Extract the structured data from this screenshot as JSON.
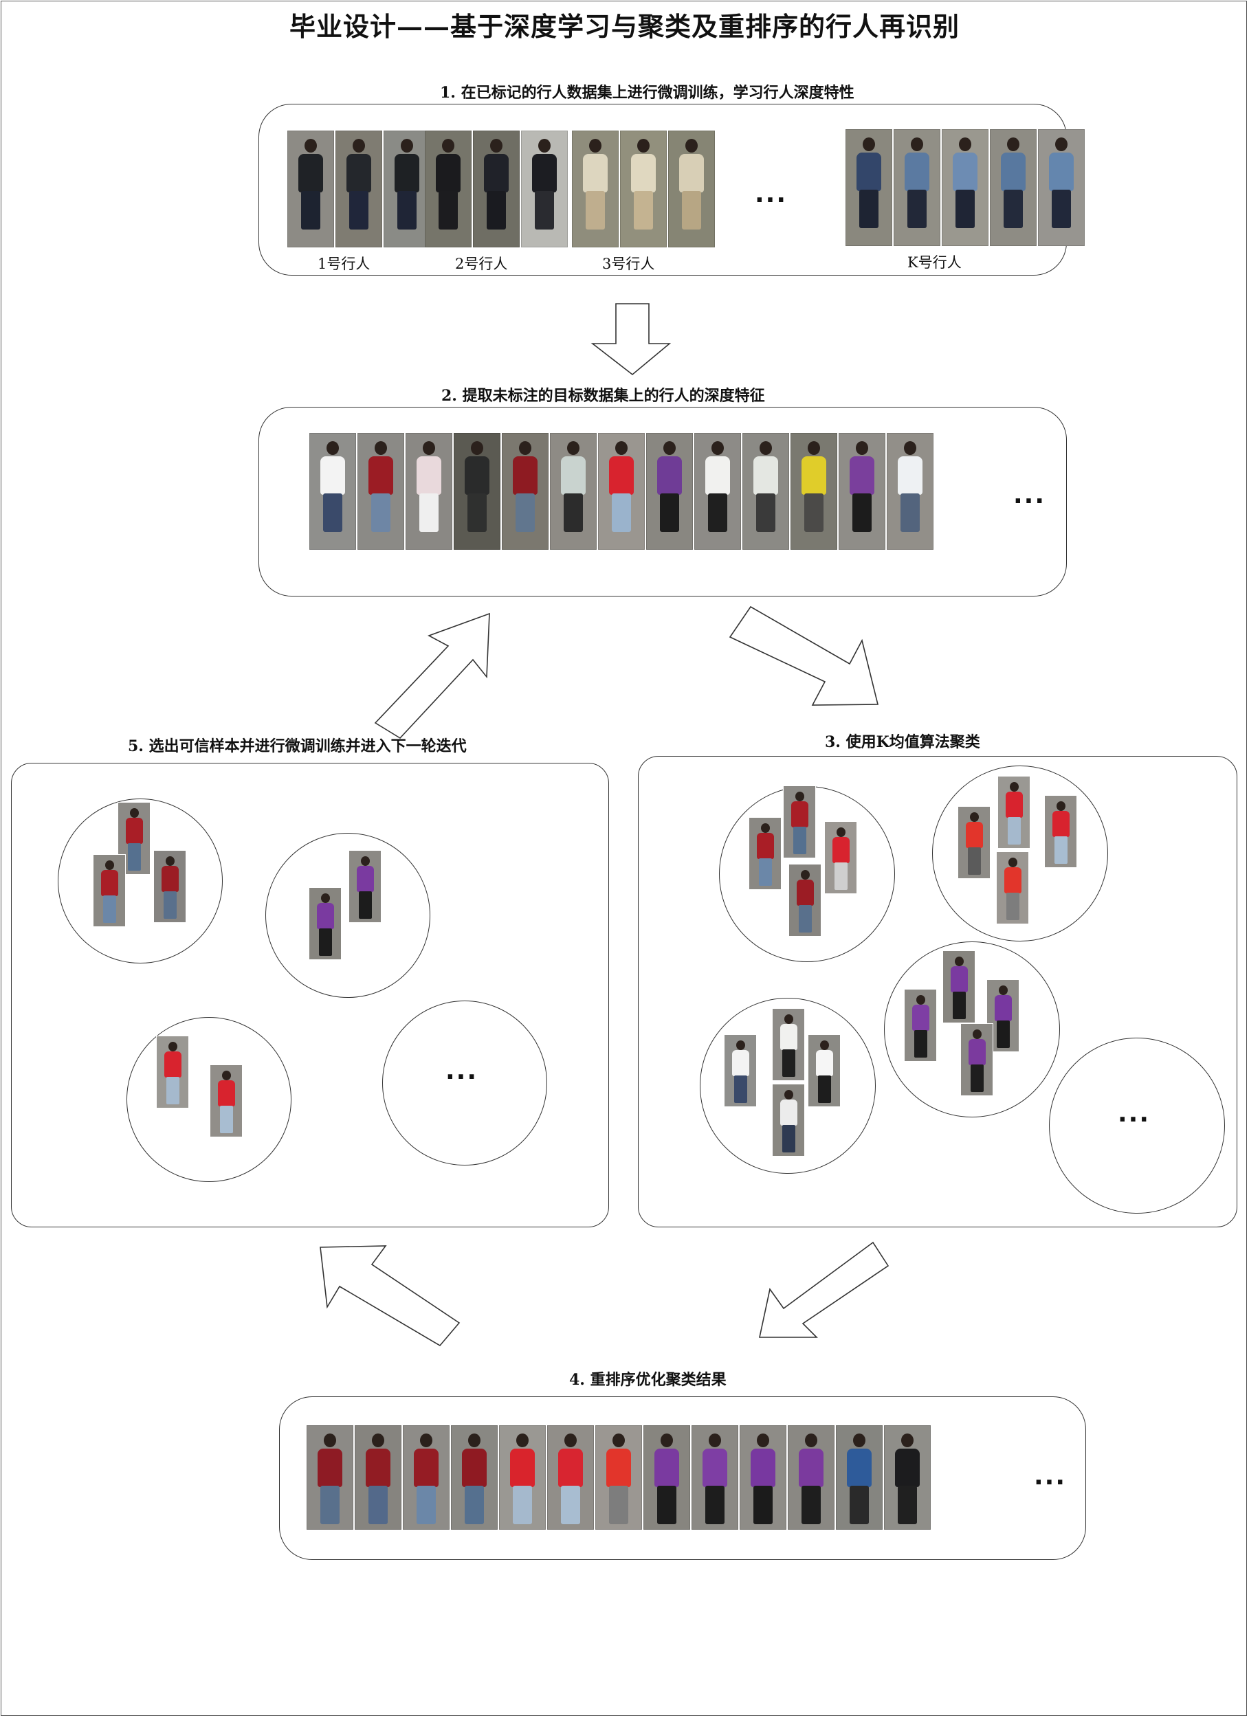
{
  "title": "毕业设计——基于深度学习与聚类及重排序的行人再识别",
  "step1": {
    "heading": "1. 在已标记的行人数据集上进行微调训练，学习行人深度特性",
    "groups": [
      {
        "label": "1号行人",
        "people": [
          {
            "bg": "#8d8b85",
            "top": "#1f2226",
            "legs": "#1d2330"
          },
          {
            "bg": "#7f7c72",
            "top": "#24272c",
            "legs": "#20263a"
          },
          {
            "bg": "#8a8b86",
            "top": "#1e2124",
            "legs": "#1f2536"
          }
        ]
      },
      {
        "label": "2号行人",
        "people": [
          {
            "bg": "#76756a",
            "top": "#1b1b1e",
            "legs": "#1c1c1f"
          },
          {
            "bg": "#6f6e64",
            "top": "#202229",
            "legs": "#1a1b20"
          },
          {
            "bg": "#b9b9b4",
            "top": "#1c1d22",
            "legs": "#2a2b30"
          }
        ]
      },
      {
        "label": "3号行人",
        "people": [
          {
            "bg": "#8f8d7c",
            "top": "#ddd6bf",
            "legs": "#bfae8e"
          },
          {
            "bg": "#92907d",
            "top": "#e0d8c0",
            "legs": "#c4b391"
          },
          {
            "bg": "#868574",
            "top": "#d8cfb6",
            "legs": "#b7a684"
          }
        ]
      },
      {
        "label": "K号行人",
        "people": [
          {
            "bg": "#8a887e",
            "top": "#33466a",
            "legs": "#1e2433"
          },
          {
            "bg": "#918f86",
            "top": "#5b7aa1",
            "legs": "#222838"
          },
          {
            "bg": "#9a988f",
            "top": "#6d8cb3",
            "legs": "#1f2535"
          },
          {
            "bg": "#8e8c84",
            "top": "#58789f",
            "legs": "#232a3b"
          },
          {
            "bg": "#979590",
            "top": "#6486ae",
            "legs": "#21283a"
          }
        ]
      }
    ],
    "ellipsis": "..."
  },
  "step2": {
    "heading": "2. 提取未标注的目标数据集上的行人的深度特征",
    "people": [
      {
        "bg": "#8f8f8c",
        "top": "#f3f3f3",
        "legs": "#3a4a6a"
      },
      {
        "bg": "#8b8a86",
        "top": "#9b1c24",
        "legs": "#6e86a5"
      },
      {
        "bg": "#8a8884",
        "top": "#e9d9dc",
        "legs": "#efefef"
      },
      {
        "bg": "#5b5a52",
        "top": "#2a2b2b",
        "legs": "#2f302f"
      },
      {
        "bg": "#7b786f",
        "top": "#8e1b22",
        "legs": "#61768e"
      },
      {
        "bg": "#8e8b85",
        "top": "#c9d3cf",
        "legs": "#2c2c2c"
      },
      {
        "bg": "#9a9690",
        "top": "#d8232e",
        "legs": "#9ab3cc"
      },
      {
        "bg": "#898781",
        "top": "#6f3c96",
        "legs": "#1c1c1c"
      },
      {
        "bg": "#8d8b87",
        "top": "#f1f1ef",
        "legs": "#1f1f1f"
      },
      {
        "bg": "#8b8a85",
        "top": "#e4e7e2",
        "legs": "#3a3a3a"
      },
      {
        "bg": "#7a7970",
        "top": "#e0cd2a",
        "legs": "#4b4a48"
      },
      {
        "bg": "#8f8d88",
        "top": "#7a3f9c",
        "legs": "#1c1c1c"
      },
      {
        "bg": "#928f89",
        "top": "#eef1f3",
        "legs": "#53647d"
      }
    ],
    "ellipsis": "..."
  },
  "step3": {
    "heading": "3. 使用K均值算法聚类",
    "ellipsis": "..."
  },
  "step4": {
    "heading": "4. 重排序优化聚类结果",
    "people": [
      {
        "bg": "#8c8a86",
        "top": "#8e1b24",
        "legs": "#59708c"
      },
      {
        "bg": "#86847f",
        "top": "#911c23",
        "legs": "#53698a"
      },
      {
        "bg": "#8e8c88",
        "top": "#951c24",
        "legs": "#6b87a8"
      },
      {
        "bg": "#898883",
        "top": "#8f1a22",
        "legs": "#55708f"
      },
      {
        "bg": "#9a9893",
        "top": "#d9242c",
        "legs": "#a5b9cd"
      },
      {
        "bg": "#918e89",
        "top": "#d82530",
        "legs": "#a8bdd1"
      },
      {
        "bg": "#9b9792",
        "top": "#e2352b",
        "legs": "#7d7d7d"
      },
      {
        "bg": "#87857f",
        "top": "#7a3aa0",
        "legs": "#1c1c1c"
      },
      {
        "bg": "#8b8984",
        "top": "#7e3ea4",
        "legs": "#1d1d1d"
      },
      {
        "bg": "#8e8c87",
        "top": "#7838a0",
        "legs": "#1b1b1b"
      },
      {
        "bg": "#8a8883",
        "top": "#7b3a9e",
        "legs": "#1e1e1e"
      },
      {
        "bg": "#858580",
        "top": "#2e5b9a",
        "legs": "#2a2a2a"
      },
      {
        "bg": "#8f8e89",
        "top": "#1c1c1e",
        "legs": "#202020"
      }
    ],
    "ellipsis": "..."
  },
  "step5": {
    "heading": "5. 选出可信样本并进行微调训练并进入下一轮迭代",
    "ellipsis": "..."
  },
  "colors": {
    "red_shirt": "#a91e26",
    "bright_red_shirt": "#d8232e",
    "purple_shirt": "#7a3aa0",
    "white_shirt": "#f1f1f1",
    "outline": "#333333"
  }
}
